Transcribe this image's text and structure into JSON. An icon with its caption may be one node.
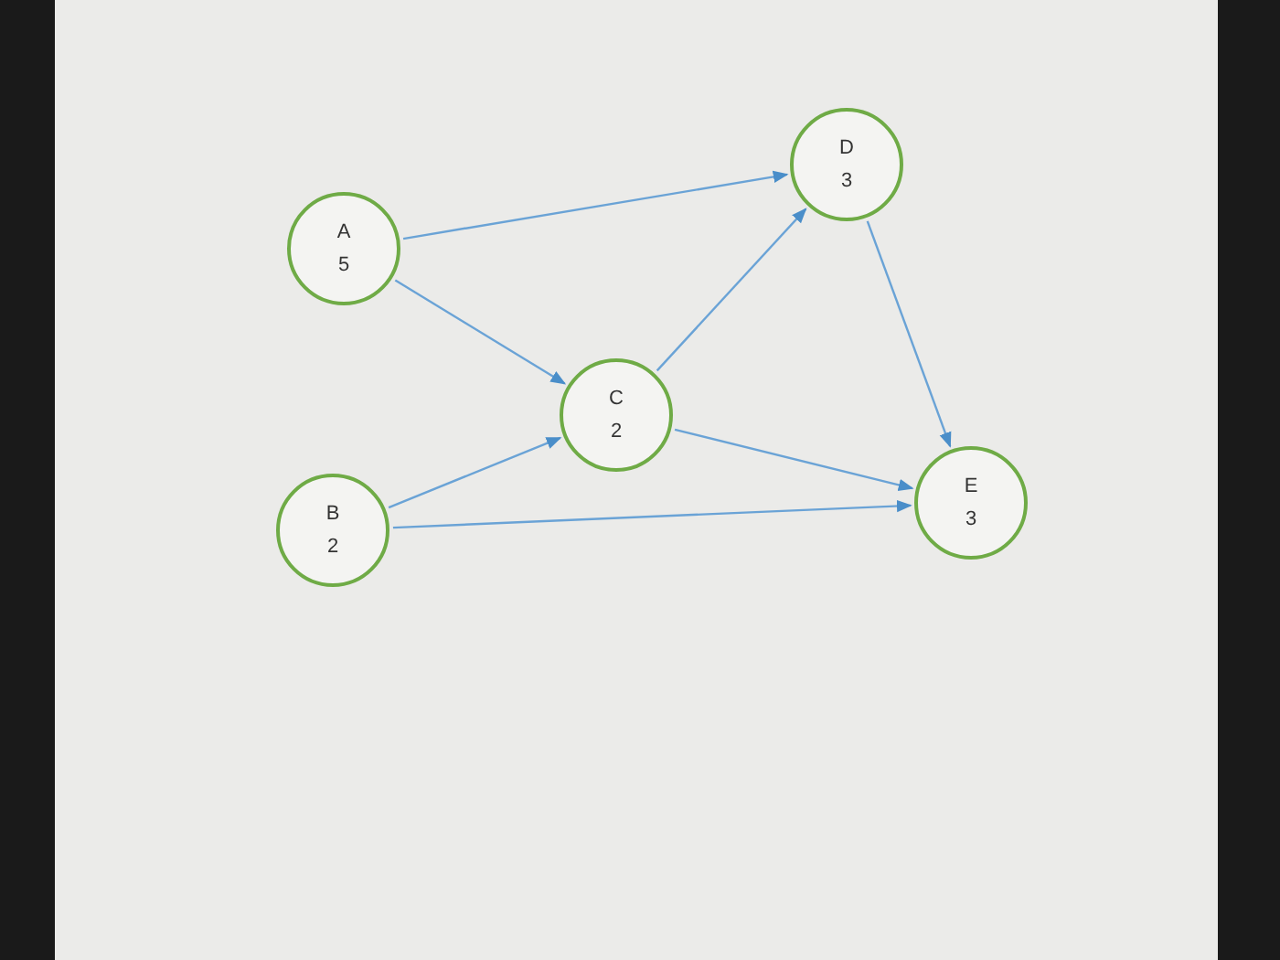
{
  "diagram": {
    "nodes": [
      {
        "text": [
          "A",
          "5"
        ]
      },
      {
        "text": [
          "D",
          "3"
        ]
      },
      {
        "text": [
          "C",
          "2"
        ]
      },
      {
        "text": [
          "B",
          "2"
        ]
      },
      {
        "text": [
          "E",
          "3"
        ]
      }
    ],
    "edges": [
      {
        "from": 0,
        "to": 1,
        "arrow": "to"
      },
      {
        "from": 0,
        "to": 2,
        "arrow": "to"
      },
      {
        "from": 2,
        "to": 1,
        "arrow": "to"
      },
      {
        "from": 3,
        "to": 2,
        "arrow": "to"
      },
      {
        "from": 2,
        "to": 4,
        "arrow": "to"
      },
      {
        "from": 3,
        "to": 4,
        "arrow": "to"
      },
      {
        "from": 1,
        "to": 4,
        "arrow": "to"
      }
    ]
  }
}
